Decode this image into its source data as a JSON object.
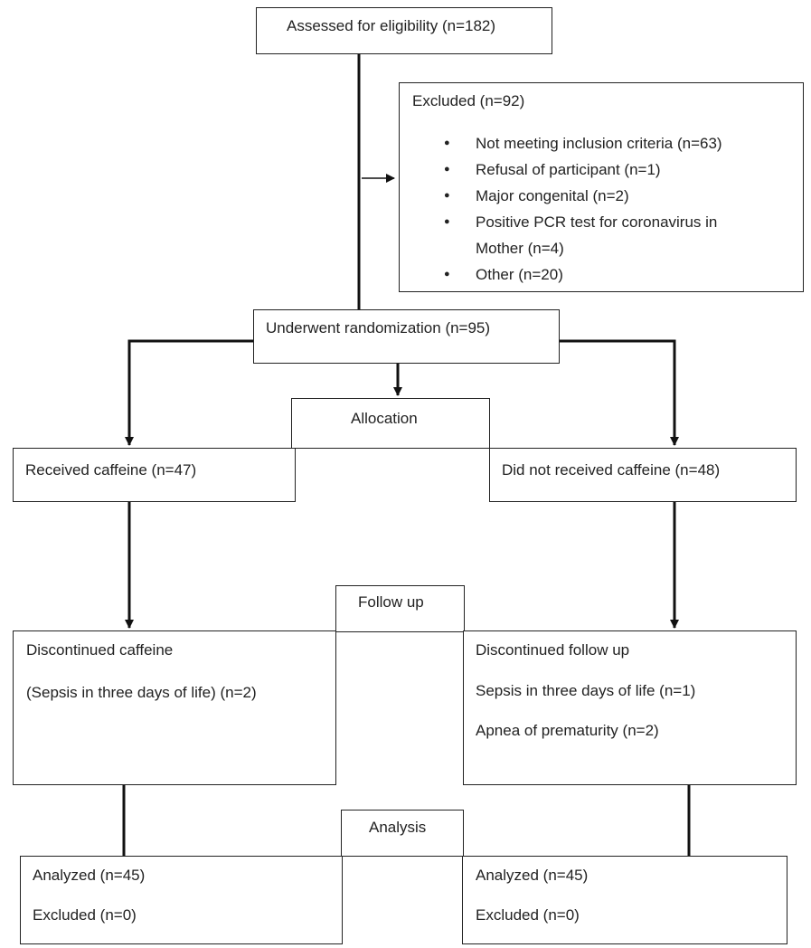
{
  "assessed": "Assessed for eligibility (n=182)",
  "excluded": {
    "title": "Excluded (n=92)",
    "items": [
      "Not meeting inclusion criteria (n=63)",
      "Refusal of participant (n=1)",
      "Major congenital (n=2)",
      "Positive PCR test for coronavirus in Mother (n=4)",
      "Other (n=20)"
    ]
  },
  "randomized": "Underwent randomization (n=95)",
  "stages": {
    "allocation": "Allocation",
    "follow_up": "Follow up",
    "analysis": "Analysis"
  },
  "left": {
    "allocation": "Received caffeine (n=47)",
    "followup_title": "Discontinued caffeine",
    "followup_lines": [
      "(Sepsis in three days of life)  (n=2)"
    ],
    "analyzed": "Analyzed (n=45)",
    "excluded": "Excluded (n=0)"
  },
  "right": {
    "allocation": "Did not received caffeine (n=48)",
    "followup_title": "Discontinued follow up",
    "followup_lines": [
      "Sepsis in three days of life (n=1)",
      "Apnea of prematurity (n=2)"
    ],
    "analyzed": "Analyzed (n=45)",
    "excluded": "Excluded (n=0)"
  }
}
